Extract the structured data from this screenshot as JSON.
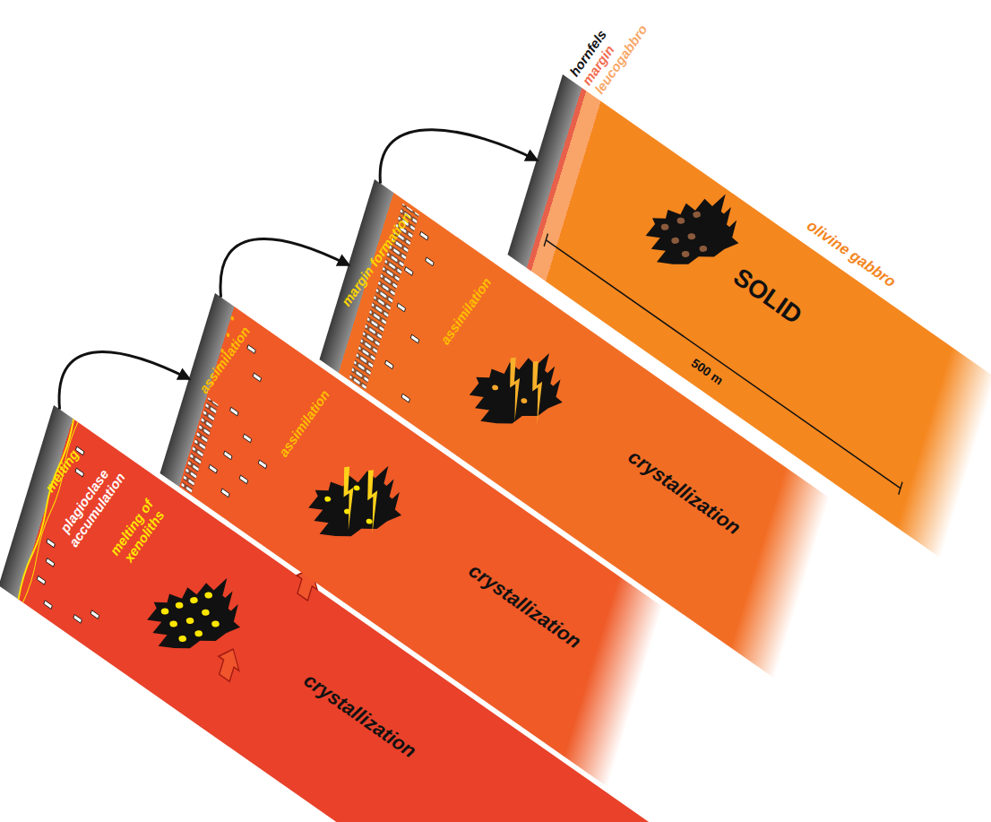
{
  "diagram": {
    "nodes": [
      {
        "text": [
          "melting",
          "plagioclase accumulation",
          "melting of xenoliths",
          "crystallization"
        ]
      },
      {
        "text": [
          "assimilation",
          "assimilation",
          "crystallization"
        ]
      },
      {
        "text": [
          "margin formation",
          "assimilation",
          "crystallization"
        ]
      },
      {
        "text": [
          "hornfels",
          "margin",
          "leucogabbro",
          "olivine gabbro",
          "SOLID"
        ]
      }
    ],
    "edges": [
      {
        "from": 0,
        "to": 1,
        "arrow": "to"
      },
      {
        "from": 1,
        "to": 2,
        "arrow": "to"
      },
      {
        "from": 2,
        "to": 3,
        "arrow": "to"
      }
    ],
    "labels": [
      "500 m"
    ]
  }
}
